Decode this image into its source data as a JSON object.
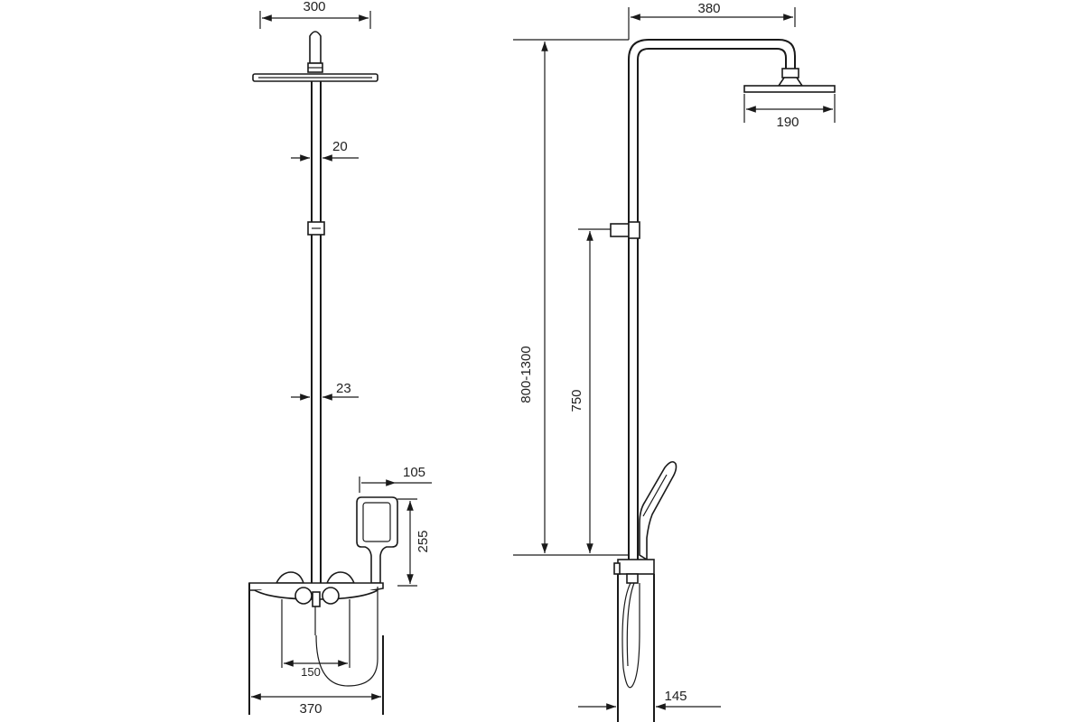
{
  "dimensions": {
    "front_head_width": "300",
    "front_pipe_width": "20",
    "front_pipe_lower_width": "23",
    "handshower_width": "105",
    "handshower_height": "255",
    "mixer_center_distance": "150",
    "mixer_total_width": "370",
    "side_arm_reach": "380",
    "side_head_width": "190",
    "side_height_range": "800-1300",
    "side_slide_height": "750",
    "side_wall_offset": "145"
  },
  "colors": {
    "line": "#1a1a1a",
    "background": "#ffffff"
  }
}
